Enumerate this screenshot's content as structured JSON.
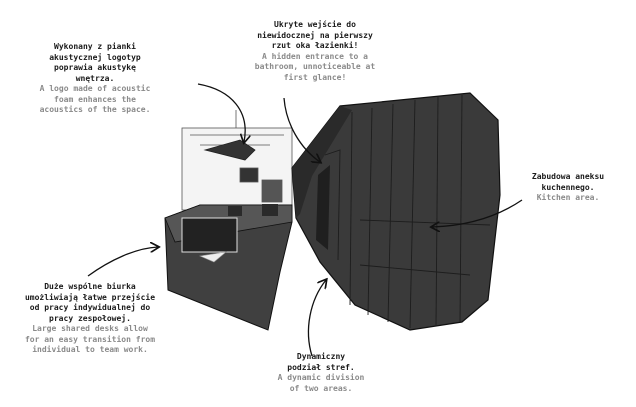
{
  "annotations": {
    "logo": {
      "pl": [
        "Wykonany z pianki",
        "akustycznej logotyp",
        "poprawia akustykę",
        "wnętrza."
      ],
      "en": [
        "A logo made of acoustic",
        "foam enhances the",
        "acoustics of the space."
      ]
    },
    "entrance": {
      "pl": [
        "Ukryte wejście do",
        "niewidocznej na pierwszy",
        "rzut oka łazienki!"
      ],
      "en": [
        "A hidden entrance to a",
        "bathroom, unnoticeable at",
        "first glance!"
      ]
    },
    "kitchen": {
      "pl": [
        "Zabudowa aneksu",
        "kuchennego."
      ],
      "en": [
        "Kitchen area."
      ]
    },
    "desks": {
      "pl": [
        "Duże wspólne biurka",
        "umożliwiają łatwe przejście",
        "od pracy indywidualnej do",
        "pracy zespołowej."
      ],
      "en": [
        "Large shared desks allow",
        "for an easy transition from",
        "individual to team work."
      ]
    },
    "division": {
      "pl": [
        "Dynamiczny",
        "podział stref."
      ],
      "en": [
        "A dynamic division",
        "of two areas."
      ]
    }
  },
  "colors": {
    "wall": "#3a3a3a",
    "wall_dark": "#2a2a2a",
    "desk": "#3f3f3f",
    "line": "#111111",
    "text_en": "#8a8a8a"
  }
}
